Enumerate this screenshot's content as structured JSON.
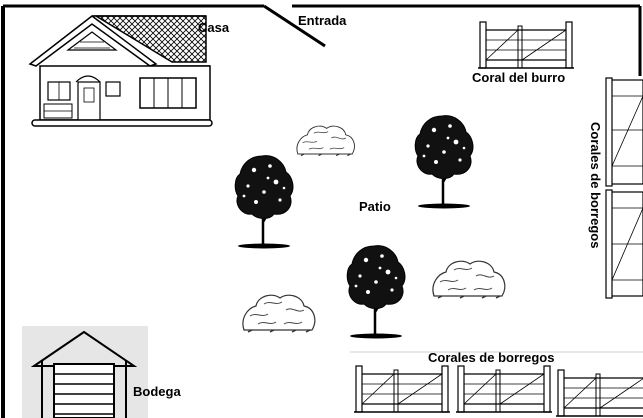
{
  "labels": {
    "house": "Casa",
    "entrance": "Entrada",
    "donkey_corral": "Coral del burro",
    "yard": "Patio",
    "sheep_pens_right": "Corales de borregos",
    "sheep_pens_bottom": "Corales de borregos",
    "storage": "Bodega"
  },
  "icons": {
    "house": "house-icon",
    "gate": "gate-icon",
    "tree": "tree-icon",
    "shrub": "shrub-icon",
    "garage": "garage-icon"
  },
  "colors": {
    "line": "#000000",
    "background": "#ffffff",
    "roof_fill": "#d9d9d9",
    "garage_bg": "#e6e6e6"
  }
}
